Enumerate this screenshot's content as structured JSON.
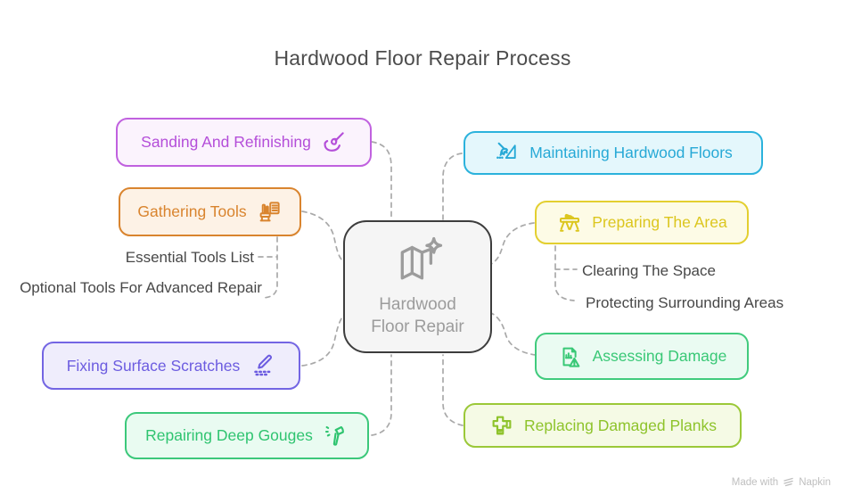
{
  "title": "Hardwood Floor Repair Process",
  "center": {
    "lines": [
      "Hardwood",
      "Floor Repair"
    ],
    "icon": "map-sparkle-icon"
  },
  "nodes": {
    "sanding": {
      "label": "Sanding And Refinishing",
      "icon": "brush-refinish-icon"
    },
    "gathering": {
      "label": "Gathering Tools",
      "icon": "tools-list-icon"
    },
    "fixing": {
      "label": "Fixing Surface Scratches",
      "icon": "pen-scratch-icon"
    },
    "repairing": {
      "label": "Repairing Deep Gouges",
      "icon": "mallet-icon"
    },
    "maintaining": {
      "label": "Maintaining Hardwood Floors",
      "icon": "broom-icon"
    },
    "preparing": {
      "label": "Preparing The Area",
      "icon": "worktable-icon"
    },
    "assessing": {
      "label": "Assessing Damage",
      "icon": "damage-report-icon"
    },
    "replacing": {
      "label": "Replacing Damaged Planks",
      "icon": "plank-puzzle-icon"
    }
  },
  "subitems": {
    "essential": {
      "label": "Essential Tools List"
    },
    "optional": {
      "label": "Optional Tools For Advanced Repair"
    },
    "clearing": {
      "label": "Clearing The Space"
    },
    "protecting": {
      "label": "Protecting Surrounding Areas"
    }
  },
  "palette": {
    "sanding": {
      "border": "#c061df",
      "text": "#b44ed9",
      "fill": "#fbf3fd"
    },
    "gathering": {
      "border": "#d9842e",
      "text": "#d9842e",
      "fill": "#fdf2e6"
    },
    "fixing": {
      "border": "#7365e3",
      "text": "#6c5ce0",
      "fill": "#efedfc"
    },
    "repairing": {
      "border": "#3cc87b",
      "text": "#2fc470",
      "fill": "#e9fbf1"
    },
    "maintaining": {
      "border": "#2bb2dc",
      "text": "#27a9d6",
      "fill": "#e4f7fc"
    },
    "preparing": {
      "border": "#e3cf30",
      "text": "#dcc61e",
      "fill": "#fdfbe6"
    },
    "assessing": {
      "border": "#40cb7d",
      "text": "#39c876",
      "fill": "#eafbf2"
    },
    "replacing": {
      "border": "#9bc838",
      "text": "#8ec32b",
      "fill": "#f5fae5"
    },
    "center": {
      "border": "#3d3d3d",
      "text": "#9c9c9c",
      "fill": "#f5f5f5"
    },
    "connector": {
      "border": "#a9a9a9"
    }
  },
  "footer": {
    "made_with": "Made with",
    "brand": "Napkin"
  }
}
